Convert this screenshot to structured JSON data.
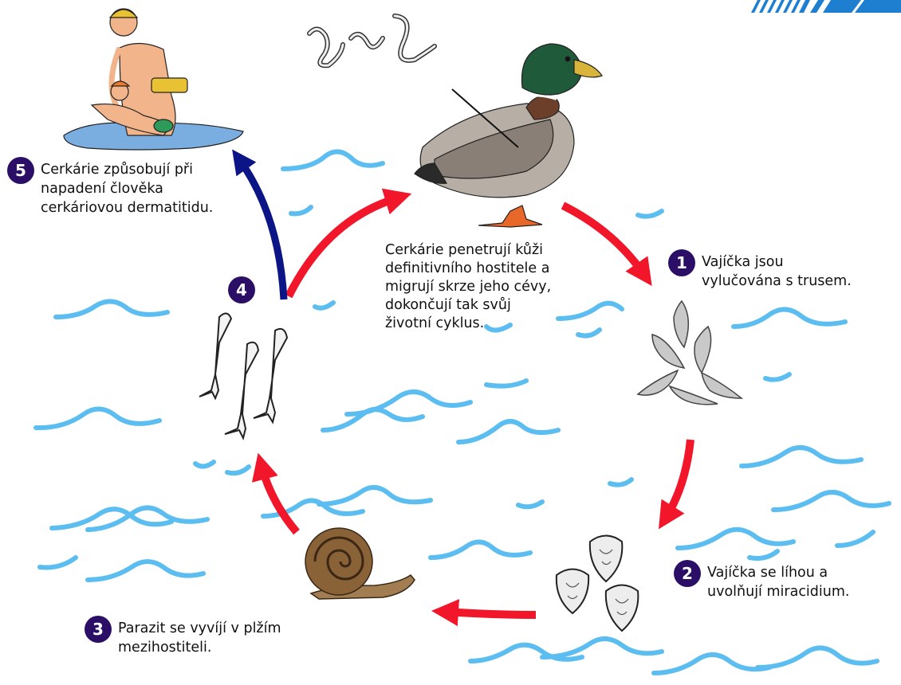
{
  "steps": [
    {
      "number": "1",
      "lines": [
        "Vajíčka jsou",
        "vylučována s trusem."
      ]
    },
    {
      "number": "2",
      "lines": [
        "Vajíčka se líhou a",
        "uvolňují miracidium."
      ]
    },
    {
      "number": "3",
      "lines": [
        "Parazit se vyvíjí v plžím",
        "mezihostiteli."
      ]
    },
    {
      "number": "4",
      "lines": []
    },
    {
      "number": "5",
      "lines": [
        "Cerkárie způsobují při",
        "napadení člověka",
        "cerkáriovou dermatitidu."
      ]
    }
  ],
  "center_note": {
    "lines": [
      "Cerkárie penetrují kůži",
      "definitivního hostitele a",
      "migrují skrze jeho cévy,",
      "dokončují tak svůj",
      "životní cyklus."
    ]
  },
  "colors": {
    "badge": "#2b0f66",
    "arrow_red": "#f2162b",
    "arrow_navy": "#0c1585",
    "water": "#5bbdf0"
  },
  "illustrations": [
    "swimmers-illustration",
    "worms-illustration",
    "duck-illustration",
    "eggs-illustration",
    "miracidia-illustration",
    "snail-illustration",
    "cercariae-illustration"
  ]
}
